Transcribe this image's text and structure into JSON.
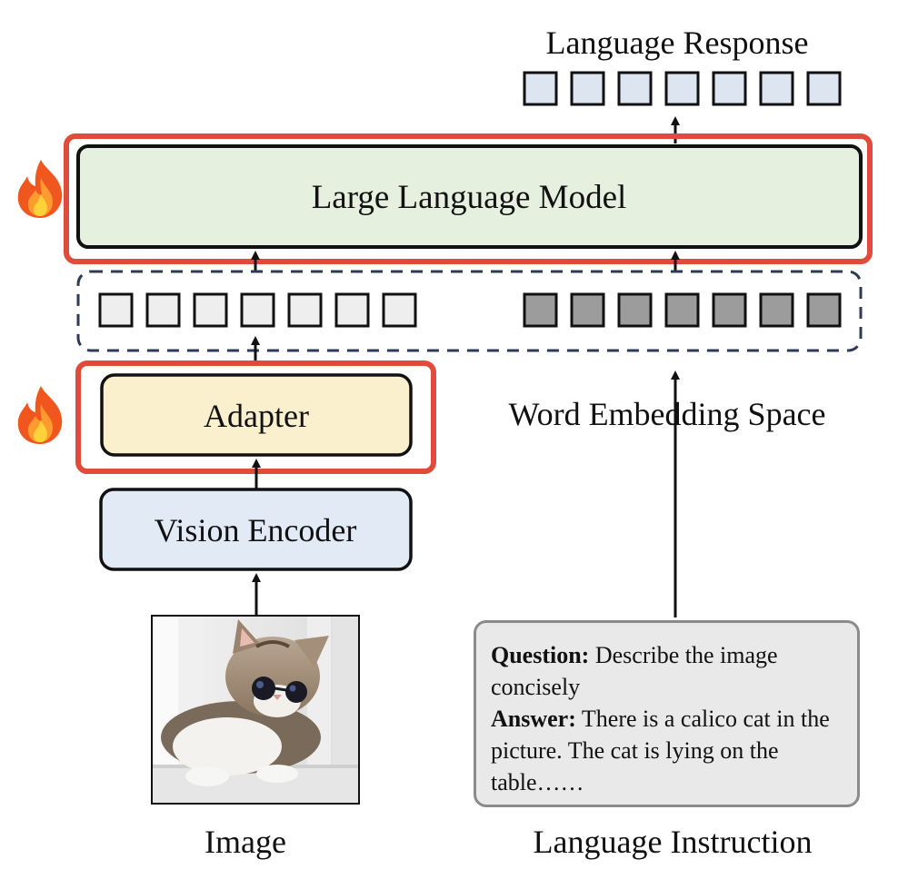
{
  "diagram": {
    "output": {
      "label": "Language Response",
      "token_count": 7
    },
    "llm": {
      "label": "Large Language Model",
      "trainable": true
    },
    "embedding_space": {
      "label": "Word Embedding Space",
      "visual_token_count": 7,
      "text_token_count": 7
    },
    "adapter": {
      "label": "Adapter",
      "trainable": true
    },
    "vision_encoder": {
      "label": "Vision Encoder"
    },
    "image_input": {
      "label": "Image"
    },
    "language_input": {
      "label": "Language Instruction",
      "question_label": "Question:",
      "question_text": " Describe the image concisely",
      "answer_label": "Answer:",
      "answer_text": " There is a calico cat in the picture. The cat is lying on the table……"
    },
    "colors": {
      "llm_fill": "#e6f0de",
      "adapter_fill": "#fbf0cd",
      "encoder_fill": "#e1eaf5",
      "response_token_fill": "#dde5f1",
      "visual_token_fill": "#eeeeee",
      "text_token_fill": "#9c9c9c",
      "highlight_border": "#e04b3a",
      "instruction_fill": "#e9e9e9"
    }
  }
}
